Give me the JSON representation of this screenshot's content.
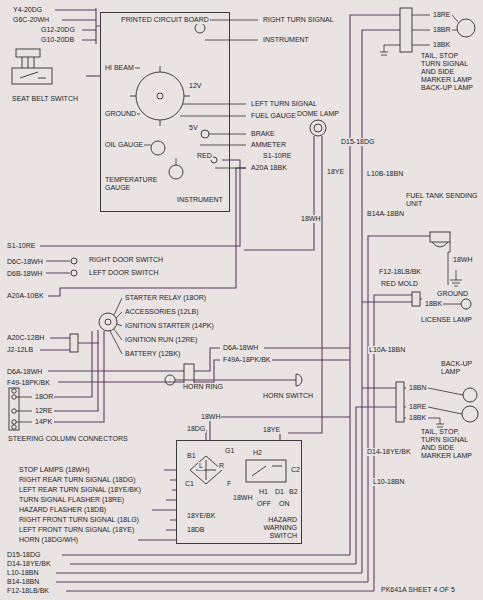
{
  "diagram": {
    "nodes": [
      {
        "text": [
          "SEAT BELT SWITCH"
        ]
      },
      {
        "text": [
          "PRINTED CIRCUIT BOARD"
        ]
      },
      {
        "text": [
          "STEERING COLUMN CONNECTORS"
        ]
      },
      {
        "text": [
          "HAZARD WARNING SWITCH"
        ]
      }
    ],
    "edges": [
      {
        "from": 0,
        "to": 1,
        "arrow": "none"
      }
    ],
    "labels": [
      "Y4-20DG",
      "G6C-20WH",
      "G12-20DG",
      "G10-20DB",
      "RIGHT TURN SIGNAL",
      "INSTRUMENT",
      "HI BEAM",
      "LEFT TURN SIGNAL",
      "GROUND",
      "12V",
      "5V",
      "FUEL GAUGE",
      "OIL GAUGE",
      "BRAKE",
      "AMMETER",
      "S1-10RE",
      "RED",
      "A20A 18BK",
      "TEMPERATURE GAUGE",
      "INSTRUMENT",
      "DOME LAMP",
      "18YE",
      "18WH",
      "D15-18DG",
      "18RE",
      "18BR",
      "18BK",
      "TAIL, STOP TURN SIGNAL AND SIDE MARKER LAMP BACK-UP LAMP",
      "L10B-18BN",
      "B14A-18BN",
      "FUEL TANK SENDING UNIT",
      "18WH",
      "GROUND",
      "F12-18LB/BK",
      "RED MOLD",
      "18BK",
      "LICENSE LAMP",
      "L10A-18BN",
      "BACK-UP LAMP",
      "18BN",
      "18RE",
      "18BK",
      "TAIL, STOP, TURN SIGNAL AND SIDE MARKER LAMP",
      "D14-18YE/BK",
      "L10-18BN",
      "S1-10RE",
      "D6C-18WH",
      "RIGHT DOOR SWITCH",
      "D6B-18WH",
      "LEFT DOOR SWITCH",
      "A20A-10BK",
      "STARTER RELAY (18OR)",
      "ACCESSORIES (12LB)",
      "IGNITION STARTER (14PK)",
      "A20C-12BH",
      "IGNITION RUN (12RE)",
      "J2-12LB",
      "BATTERY (12BK)",
      "D6A-18WH",
      "F49-18PK/BK",
      "D6A-18WH",
      "F49A-18PK/BK",
      "18OR",
      "12RE",
      "14PK",
      "HORN RING",
      "HORN SWITCH",
      "18WH",
      "18DG",
      "18YE",
      "B1",
      "L",
      "R",
      "G1",
      "C1",
      "F",
      "H2",
      "C2",
      "18WH",
      "H1",
      "D1",
      "B2",
      "OFF",
      "ON",
      "18YE/BK",
      "18DB",
      "STOP LAMPS (18WH)",
      "RIGHT REAR TURN SIGNAL (18DG)",
      "LEFT REAR TURN SIGNAL (18YE/BK)",
      "TURN SIGNAL FLASHER (18RE)",
      "HAZARD FLASHER (18DB)",
      "RIGHT FRONT TURN SIGNAL (18LG)",
      "LEFT FRONT TURN SIGNAL (18YE)",
      "HORN (18DG/WH)",
      "D15-18DG",
      "D14-18YE/BK",
      "L10-18BN",
      "B14-18BN",
      "F12-18LB/BK",
      "PK641A SHEET 4 OF 5"
    ]
  }
}
